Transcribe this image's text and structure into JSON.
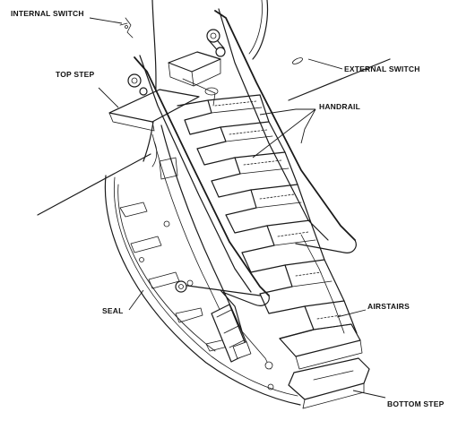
{
  "labels": {
    "internal_switch": "INTERNAL SWITCH",
    "top_step": "TOP STEP",
    "external_switch": "EXTERNAL SWITCH",
    "handrail": "HANDRAIL",
    "seal": "SEAL",
    "airstairs": "AIRSTAIRS",
    "bottom_step": "BOTTOM STEP"
  },
  "ink_color": "#1a1a1a",
  "background_color": "#ffffff"
}
